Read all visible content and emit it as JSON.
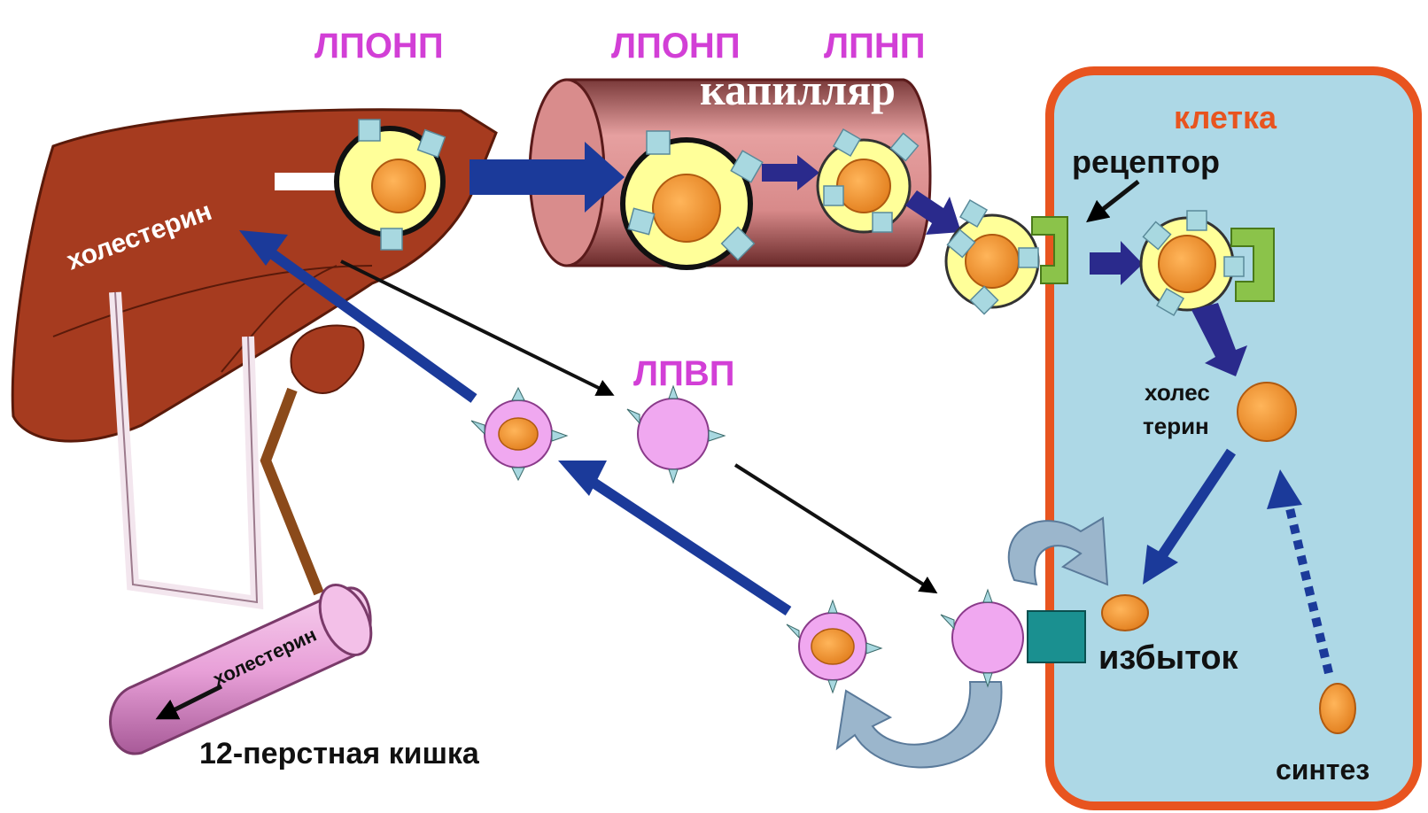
{
  "labels": {
    "vldl_1": "ЛПОНП",
    "vldl_2": "ЛПОНП",
    "ldl": "ЛПНП",
    "capillary": "капилляр",
    "cell": "клетка",
    "receptor": "рецептор",
    "hdl": "ЛПВП",
    "cholesterol_liver": "холестерин",
    "cholesterol_cell_1": "холес",
    "cholesterol_cell_2": "терин",
    "excess": "избыток",
    "synthesis": "синтез",
    "duodenum": "12-перстная кишка",
    "cholesterol_duodenum": "холестерин"
  },
  "colors": {
    "liver": "#a63b1f",
    "capillary": "#d98c8c",
    "cell_fill": "#add8e6",
    "cell_border": "#e8541f",
    "lipoprotein_shell": "#ffff99",
    "core": "#f5912e",
    "apoprotein": "#a8d8e0",
    "hdl_shell": "#f0a8f0",
    "receptor": "#8bc34a",
    "transporter": "#1a9090",
    "arrow_blue": "#1b3a9a",
    "arrow_navy": "#2a2a8c",
    "arrow_light": "#9bb6cc",
    "label_pink": "#d23fd6",
    "duodenum": "#f0b0e0"
  }
}
